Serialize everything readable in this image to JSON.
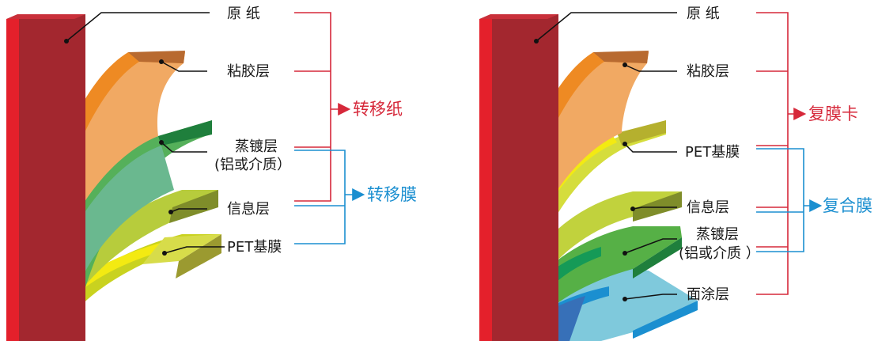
{
  "left_diagram": {
    "labels": {
      "raw_paper": "原  纸",
      "adhesive": "粘胶层",
      "vapor": "蒸镀层",
      "vapor_sub": "(铝或介质）",
      "info": "信息层",
      "pet": "PET基膜"
    },
    "group_red": "转移纸",
    "group_blue": "转移膜"
  },
  "right_diagram": {
    "labels": {
      "raw_paper": "原  纸",
      "adhesive": "粘胶层",
      "pet": "PET基膜",
      "info": "信息层",
      "vapor": "蒸镀层",
      "vapor_sub": "(铝或介质 ）",
      "coating": "面涂层"
    },
    "group_red": "复膜卡",
    "group_blue": "复合膜"
  },
  "colors": {
    "red": "#d6283a",
    "blue": "#1b8fd0",
    "paper": "#a3272f",
    "paper_edge": "#e4202b"
  }
}
